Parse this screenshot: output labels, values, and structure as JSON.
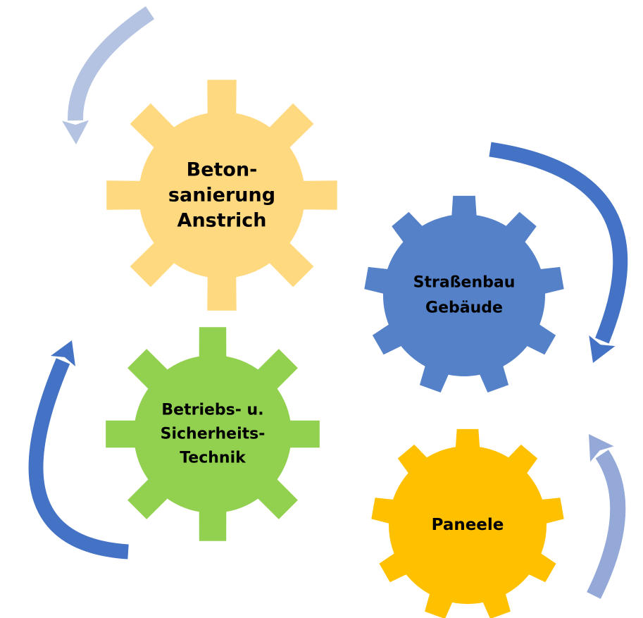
{
  "gears": [
    {
      "id": "beton",
      "lines": [
        "Beton-",
        "sanierung",
        "Anstrich"
      ],
      "color": "#FFD97F"
    },
    {
      "id": "strassenbau",
      "lines": [
        "Straßenbau",
        "Gebäude"
      ],
      "color": "#5581C8"
    },
    {
      "id": "betriebs",
      "lines": [
        "Betriebs- u.",
        "Sicherheits-",
        "Technik"
      ],
      "color": "#92D050"
    },
    {
      "id": "paneele",
      "lines": [
        "Paneele"
      ],
      "color": "#FFC000"
    }
  ],
  "arrows": [
    {
      "id": "top-left",
      "color": "#B4C3E1"
    },
    {
      "id": "right",
      "color": "#4472C4"
    },
    {
      "id": "left",
      "color": "#4472C4"
    },
    {
      "id": "bottom-right",
      "color": "#94A9D8"
    }
  ]
}
